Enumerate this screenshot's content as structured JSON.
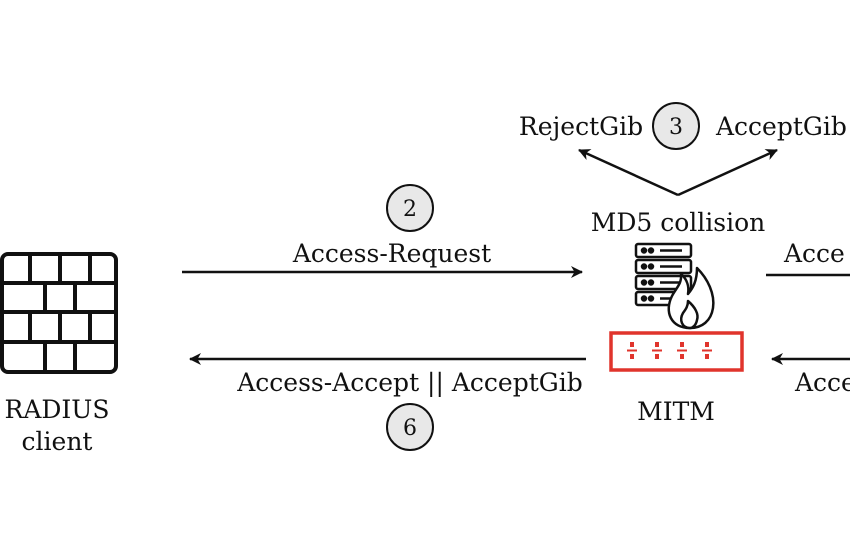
{
  "nodes": {
    "client": {
      "label_line1": "RADIUS",
      "label_line2": "client",
      "icon": "firewall-brick-icon"
    },
    "mitm": {
      "label": "MITM",
      "icon": "server-fire-router-icon",
      "accent_color": "#e0342c"
    },
    "md5": {
      "label": "MD5 collision"
    },
    "reject": {
      "label": "RejectGib"
    },
    "accept": {
      "label": "AcceptGib"
    }
  },
  "steps": {
    "step2": {
      "number": "2",
      "label": "Access-Request"
    },
    "step3": {
      "number": "3"
    },
    "step6": {
      "number": "6",
      "label": "Access-Accept || AcceptGib"
    }
  },
  "cut_labels": {
    "right_top": "Acce",
    "right_bottom": "Acce"
  },
  "colors": {
    "badge_fill": "#e8e8e8",
    "ink": "#111111"
  }
}
